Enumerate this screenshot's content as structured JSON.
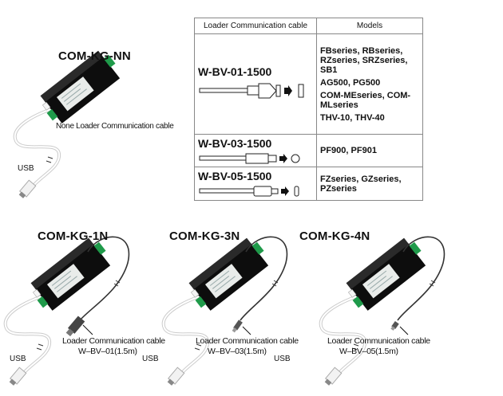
{
  "top_device": {
    "title": "COM-KG-NN",
    "note": "None Loader Communication cable",
    "usb_label": "USB"
  },
  "table": {
    "headers": [
      "Loader Communication cable",
      "Models"
    ],
    "rows": [
      {
        "cable": "W-BV-01-1500",
        "models": [
          "FBseries, RBseries, RZseries, SRZseries, SB1",
          "AG500, PG500",
          "COM-MEseries, COM-MLseries",
          "THV-10, THV-40"
        ]
      },
      {
        "cable": "W-BV-03-1500",
        "models": [
          "PF900, PF901"
        ]
      },
      {
        "cable": "W-BV-05-1500",
        "models": [
          "FZseries, GZseries, PZseries"
        ]
      }
    ]
  },
  "devices": [
    {
      "title": "COM-KG-1N",
      "cable_label": "Loader Communication cable",
      "cable_model": "W–BV–01(1.5m)",
      "usb_label": "USB"
    },
    {
      "title": "COM-KG-3N",
      "cable_label": "Loader Communication cable",
      "cable_model": "W–BV–03(1.5m)",
      "usb_label": "USB"
    },
    {
      "title": "COM-KG-4N",
      "cable_label": "Loader Communication cable",
      "cable_model": "W–BV–05(1.5m)",
      "usb_label": "USB"
    }
  ],
  "colors": {
    "body": "#111111",
    "connector": "#1f9a4a",
    "cable": "#333333"
  }
}
